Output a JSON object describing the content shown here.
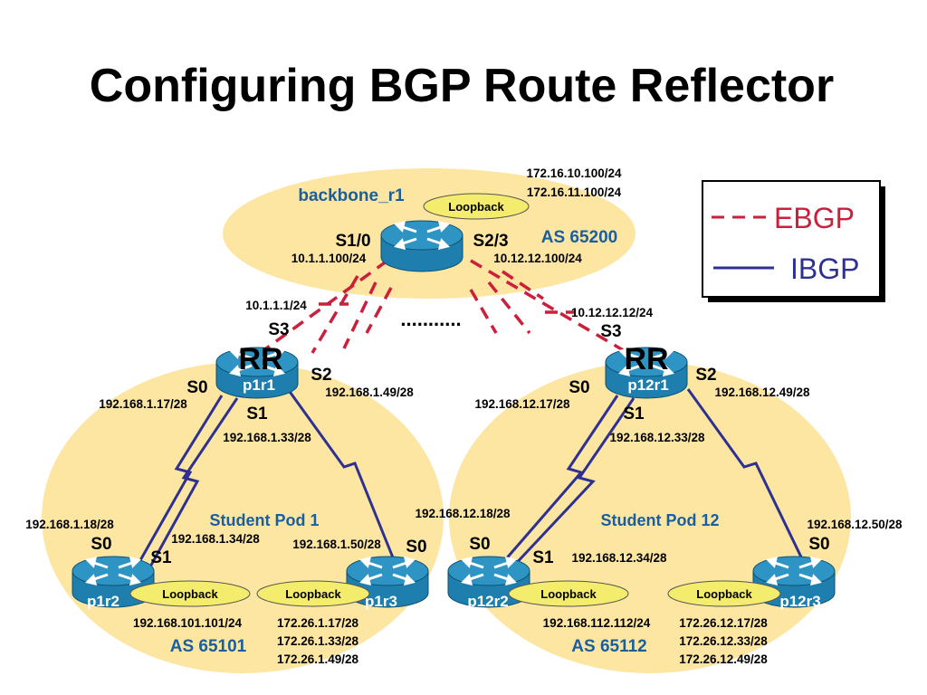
{
  "title": "Configuring BGP Route Reflector",
  "legend": {
    "ebgp": "EBGP",
    "ibgp": "IBGP"
  },
  "colors": {
    "ebgp": "#cc1f3c",
    "ibgp": "#2e3192",
    "area": "#fde6a2",
    "router": "#1e7fae",
    "as_label": "#1a5e9e",
    "loopback": "#f4ec6c"
  },
  "backbone": {
    "name": "backbone_r1",
    "as": "AS 65200",
    "loopback": "Loopback",
    "loopback_ips": [
      "172.16.10.100/24",
      "172.16.11.100/24"
    ],
    "s10": "S1/0",
    "s23": "S2/3",
    "s10_ip": "10.1.1.100/24",
    "s23_ip": "10.12.12.100/24"
  },
  "link_ips": {
    "left": "10.1.1.1/24",
    "right": "10.12.12.12/24",
    "ellipsis": "..........."
  },
  "pod1": {
    "name": "Student Pod 1",
    "as": "AS 65101",
    "rr": "RR",
    "p1r1": {
      "name": "p1r1",
      "s3": "S3",
      "s0": "S0",
      "s1": "S1",
      "s2": "S2",
      "s0_ip": "192.168.1.17/28",
      "s1_ip": "192.168.1.33/28",
      "s2_ip": "192.168.1.49/28"
    },
    "p1r2": {
      "name": "p1r2",
      "s0": "S0",
      "s1": "S1",
      "s0_ip": "192.168.1.18/28",
      "s1_ip": "192.168.1.34/28",
      "loopback": "Loopback",
      "loopback_ip": "192.168.101.101/24"
    },
    "p1r3": {
      "name": "p1r3",
      "s0": "S0",
      "s0_ip": "192.168.1.50/28",
      "loopback": "Loopback",
      "loopback_ips": [
        "172.26.1.17/28",
        "172.26.1.33/28",
        "172.26.1.49/28"
      ]
    }
  },
  "pod12": {
    "name": "Student Pod 12",
    "as": "AS 65112",
    "rr": "RR",
    "p12r1": {
      "name": "p12r1",
      "s3": "S3",
      "s0": "S0",
      "s1": "S1",
      "s2": "S2",
      "s0_ip": "192.168.12.17/28",
      "s1_ip": "192.168.12.33/28",
      "s2_ip": "192.168.12.49/28"
    },
    "p12r2": {
      "name": "p12r2",
      "s0": "S0",
      "s1": "S1",
      "s0_ip": "192.168.12.18/28",
      "s1_ip": "192.168.12.34/28",
      "loopback": "Loopback",
      "loopback_ip": "192.168.112.112/24"
    },
    "p12r3": {
      "name": "p12r3",
      "s0": "S0",
      "s0_ip": "192.168.12.50/28",
      "loopback": "Loopback",
      "loopback_ips": [
        "172.26.12.17/28",
        "172.26.12.33/28",
        "172.26.12.49/28"
      ]
    }
  }
}
